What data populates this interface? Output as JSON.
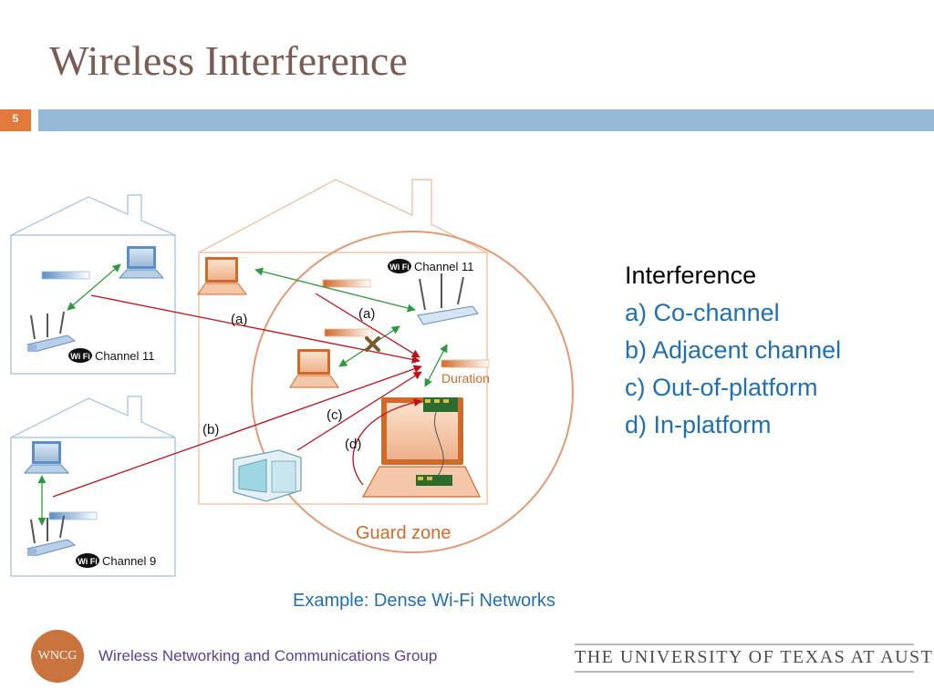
{
  "slide": {
    "title": "Wireless Interference",
    "number": "5"
  },
  "diagram": {
    "channel_labels": [
      "Channel 11",
      "Channel 11",
      "Channel 9"
    ],
    "wifi_badge": "Wi Fi",
    "path_labels": [
      "(a)",
      "(a)",
      "(b)",
      "(c)",
      "(d)"
    ],
    "duration_label": "Duration",
    "guard_zone_label": "Guard zone"
  },
  "legend": {
    "heading": "Interference",
    "items": [
      "a) Co-channel",
      "b) Adjacent channel",
      "c) Out-of-platform",
      "d) In-platform"
    ]
  },
  "caption": "Example: Dense Wi-Fi Networks",
  "footer": {
    "logo_text": "WNCG",
    "group_name": "Wireless Networking and Communications Group",
    "university": "THE UNIVERSITY OF TEXAS AT AUSTIN"
  },
  "colors": {
    "title": "#7a5c55",
    "accent_orange": "#e07a3a",
    "header_bar_blue": "#97b9d8",
    "legend_blue": "#1f6fb5",
    "arrow_red": "#c0101a",
    "arrow_green": "#2a9a3c",
    "guard_zone": "#e39a72",
    "house_blue": "#9dbfe0",
    "house_orange": "#f0b791"
  }
}
